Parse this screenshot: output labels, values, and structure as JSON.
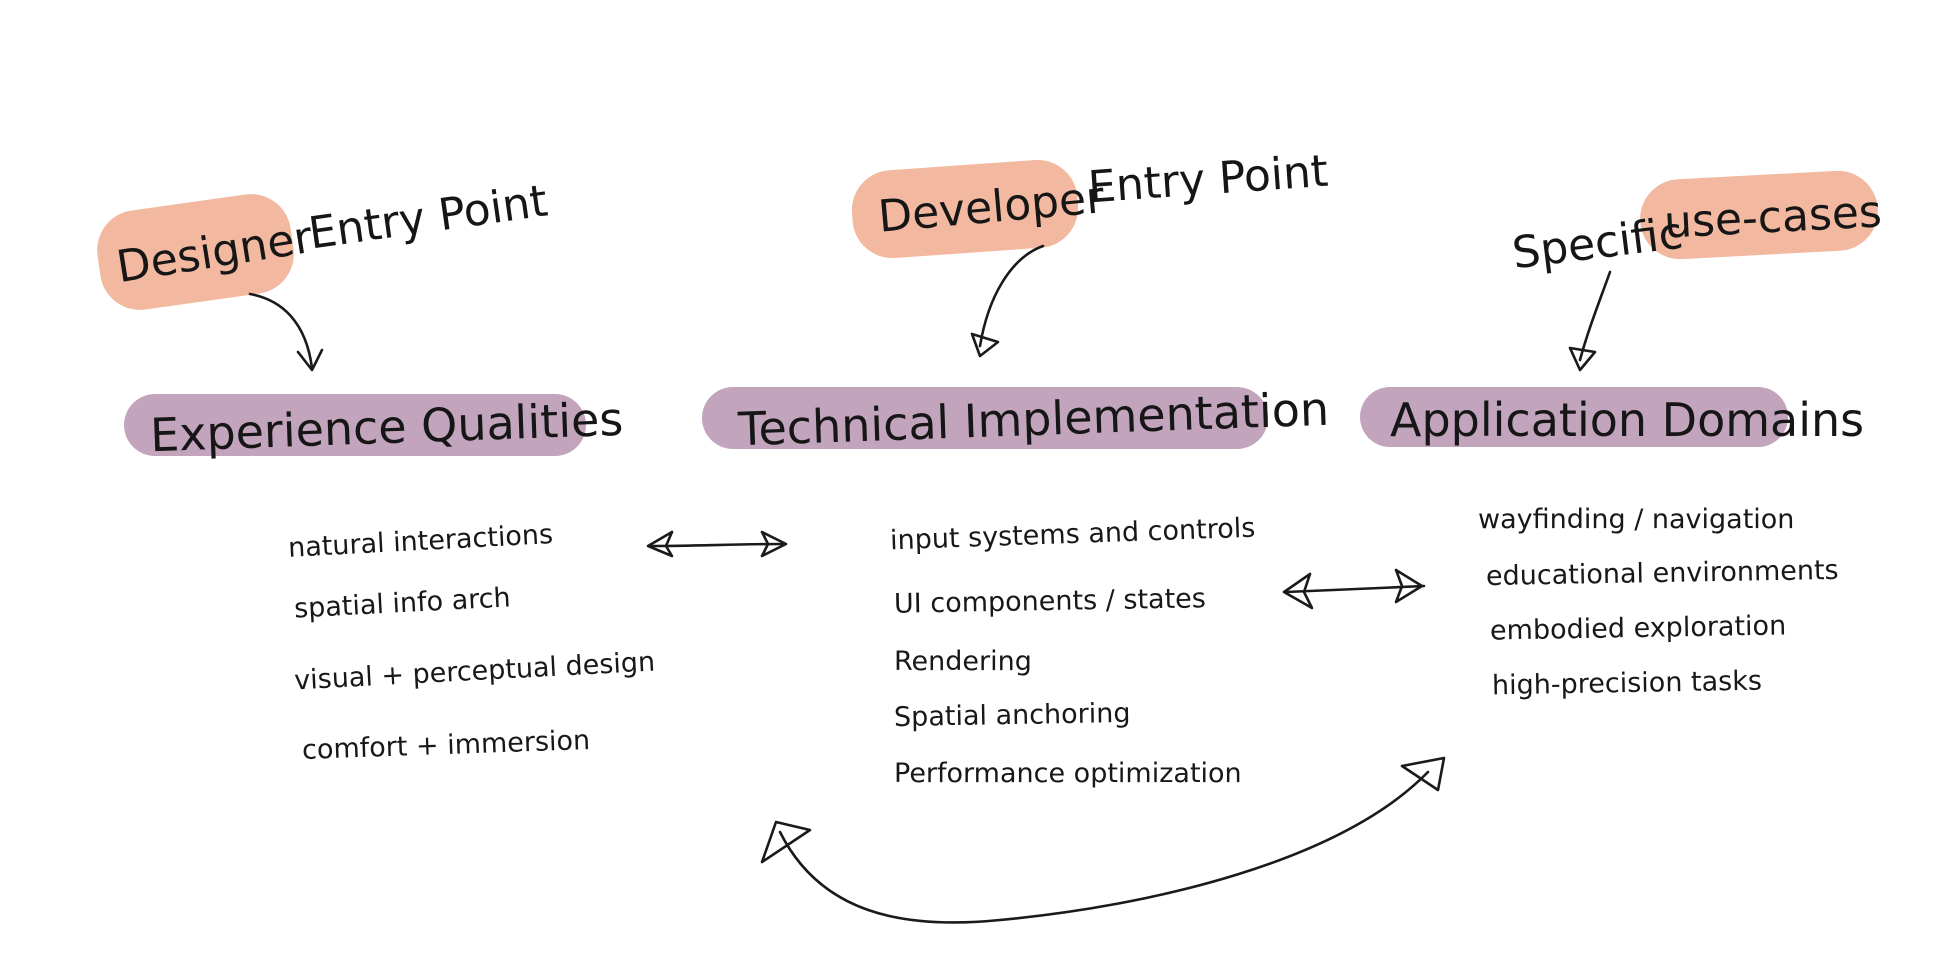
{
  "entry_points": {
    "designer": {
      "highlight": "Designer",
      "rest": "Entry Point"
    },
    "developer": {
      "highlight": "Developer",
      "rest": "Entry Point"
    },
    "usecases": {
      "prefix": "Specific",
      "highlight": "use-cases"
    }
  },
  "categories": {
    "experience": {
      "title": "Experience Qualities",
      "items": [
        "natural interactions",
        "spatial info arch",
        "visual + perceptual design",
        "comfort + immersion"
      ]
    },
    "technical": {
      "title": "Technical Implementation",
      "items": [
        "input systems and controls",
        "UI components / states",
        "Rendering",
        "Spatial anchoring",
        "Performance optimization"
      ]
    },
    "application": {
      "title": "Application Domains",
      "items": [
        "wayfinding / navigation",
        "educational environments",
        "embodied exploration",
        "high-precision tasks"
      ]
    }
  },
  "colors": {
    "highlight": "#f2b9a0",
    "category_pill": "#c2a5bd",
    "ink": "#161616",
    "background": "#ffffff"
  }
}
